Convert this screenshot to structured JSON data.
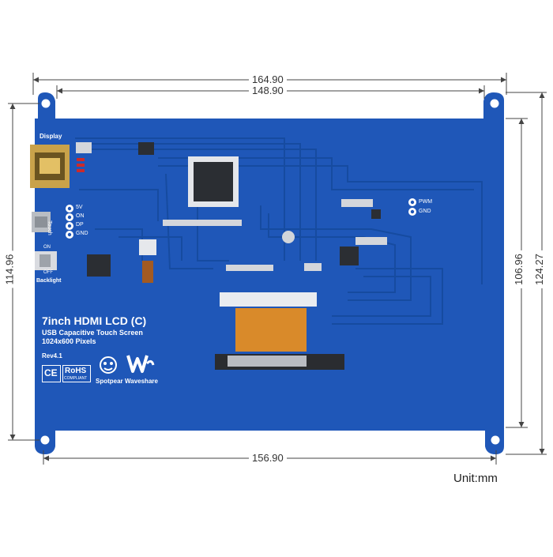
{
  "dimensions": {
    "outer_width": "164.90",
    "hole_width": "148.90",
    "bottom_width": "156.90",
    "left_height": "114.96",
    "right_height_inner": "106.96",
    "right_height_outer": "124.27",
    "unit": "Unit:mm"
  },
  "board": {
    "title": "7inch HDMI LCD (C)",
    "subtitle": "USB Capacitive Touch Screen",
    "resolution": "1024x600 Pixels",
    "revision": "Rev4.1",
    "display_label": "Display",
    "touch_label": "Touch",
    "backlight_label": "Backlight",
    "on_label": "ON",
    "off_label": "OFF",
    "pin_5v": "5V",
    "pin_on": "ON",
    "pin_dp": "DP",
    "pin_gnd": "GND",
    "pwm_label": "PWM",
    "gnd_label": "GND",
    "logo_spotpear": "Spotpear",
    "logo_waveshare": "Waveshare",
    "cert_ce": "CE",
    "cert_rohs": "RoHS",
    "cert_compliant": "COMPLIANT",
    "colors": {
      "pcb": "#1f57b8",
      "pcb_trace": "#1a4ea8",
      "fpc": "#d98a2a"
    }
  }
}
